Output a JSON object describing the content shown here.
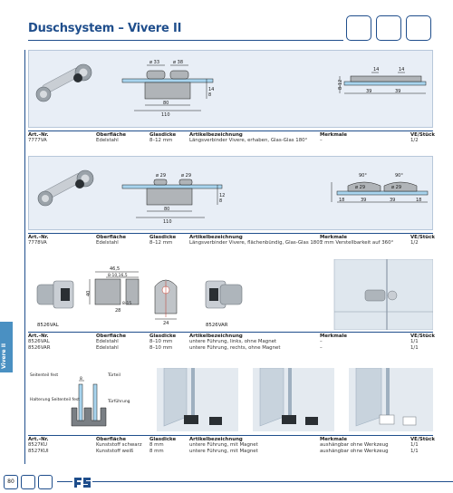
{
  "header": {
    "title": "Duschsystem – Vivere II"
  },
  "sidetab": {
    "label": "Vivere II"
  },
  "footer": {
    "page_number": "80"
  },
  "columns": [
    "Art.–Nr.",
    "Oberfläche",
    "Glasdicke",
    "Artikelbezeichnung",
    "Merkmale",
    "VE/Stück"
  ],
  "section1": {
    "dims": {
      "d1": "ø 33",
      "d2": "ø 38",
      "d3": "80",
      "d4": "110",
      "d5": "14",
      "d6": "8",
      "d7": "14",
      "d8": "39",
      "d9": "39",
      "d10": "8-12"
    },
    "rows": [
      {
        "art": "7777VA",
        "surface": "Edelstahl",
        "glass": "8–12 mm",
        "desc": "Längsverbinder Vivere, erhaben, Glas-Glas 180°",
        "features": "–",
        "ve": "1/2"
      }
    ]
  },
  "section2": {
    "dims": {
      "d1": "ø 29",
      "d2": "ø 29",
      "d3": "80",
      "d4": "110",
      "d5": "12",
      "d6": "8",
      "d7": "90°",
      "d8": "90°",
      "d9": "ø 29",
      "d10": "ø 29",
      "d11": "39",
      "d12": "39",
      "d13": "18",
      "d14": "18"
    },
    "rows": [
      {
        "art": "7778VA",
        "surface": "Edelstahl",
        "glass": "8–12 mm",
        "desc": "Längsverbinder Vivere, flächenbündig, Glas-Glas 180°",
        "features": "2 mm Verstellbarkeit auf 360°",
        "ve": "1/2"
      }
    ]
  },
  "section3": {
    "labels": {
      "left": "8526VAL",
      "right": "8526VAR"
    },
    "dims": {
      "d1": "46,5",
      "d2": "8-10,16,5",
      "d3": "40",
      "d4": "28",
      "d5": "8-15",
      "d6": "24"
    },
    "rows": [
      {
        "art": "8526VAL",
        "surface": "Edelstahl",
        "glass": "8–10 mm",
        "desc": "untere Führung, links, ohne Magnet",
        "features": "–",
        "ve": "1/1"
      },
      {
        "art": "8526VAR",
        "surface": "Edelstahl",
        "glass": "8–10 mm",
        "desc": "untere Führung, rechts, ohne Magnet",
        "features": "–",
        "ve": "1/1"
      }
    ]
  },
  "section4": {
    "diagram": {
      "l1": "Seitenteil fest",
      "l2": "Türteil",
      "l3": "Halterung Seitenteil fest",
      "l4": "Türführung",
      "l5": "8"
    },
    "rows": [
      {
        "art": "8527KU",
        "surface": "Kunststoff schwarz",
        "glass": "8 mm",
        "desc": "untere Führung, mit Magnet",
        "features": "aushängbar ohne Werkzeug",
        "ve": "1/1"
      },
      {
        "art": "8527KUI",
        "surface": "Kunststoff weiß",
        "glass": "8 mm",
        "desc": "untere Führung, mit Magnet",
        "features": "aushängbar ohne Werkzeug",
        "ve": "1/1"
      }
    ]
  }
}
